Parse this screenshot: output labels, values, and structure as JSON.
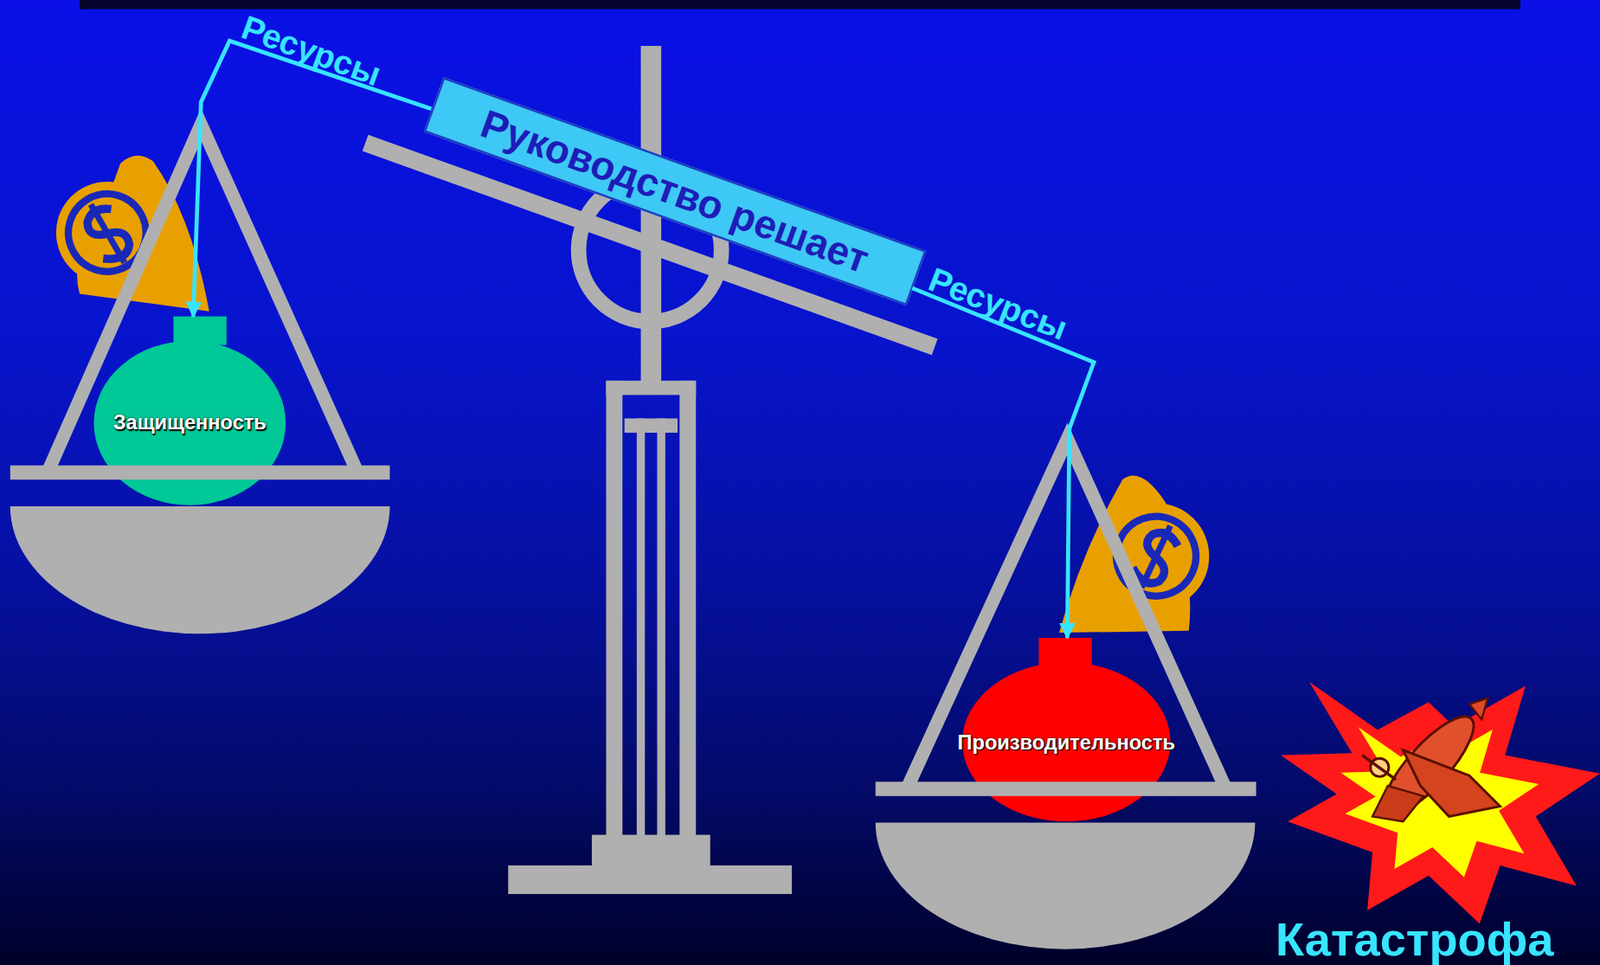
{
  "diagram": {
    "nodes": [
      {
        "text": [
          "Руководство решает"
        ]
      },
      {
        "text": [
          "Защищенность"
        ]
      },
      {
        "text": [
          "Производительность"
        ]
      }
    ],
    "edges": [
      {
        "from": 0,
        "to": 1,
        "label": "Ресурсы",
        "arrow": "to"
      },
      {
        "from": 0,
        "to": 2,
        "label": "Ресурсы",
        "arrow": "to"
      }
    ],
    "labels": [
      "Катастрофа"
    ]
  }
}
